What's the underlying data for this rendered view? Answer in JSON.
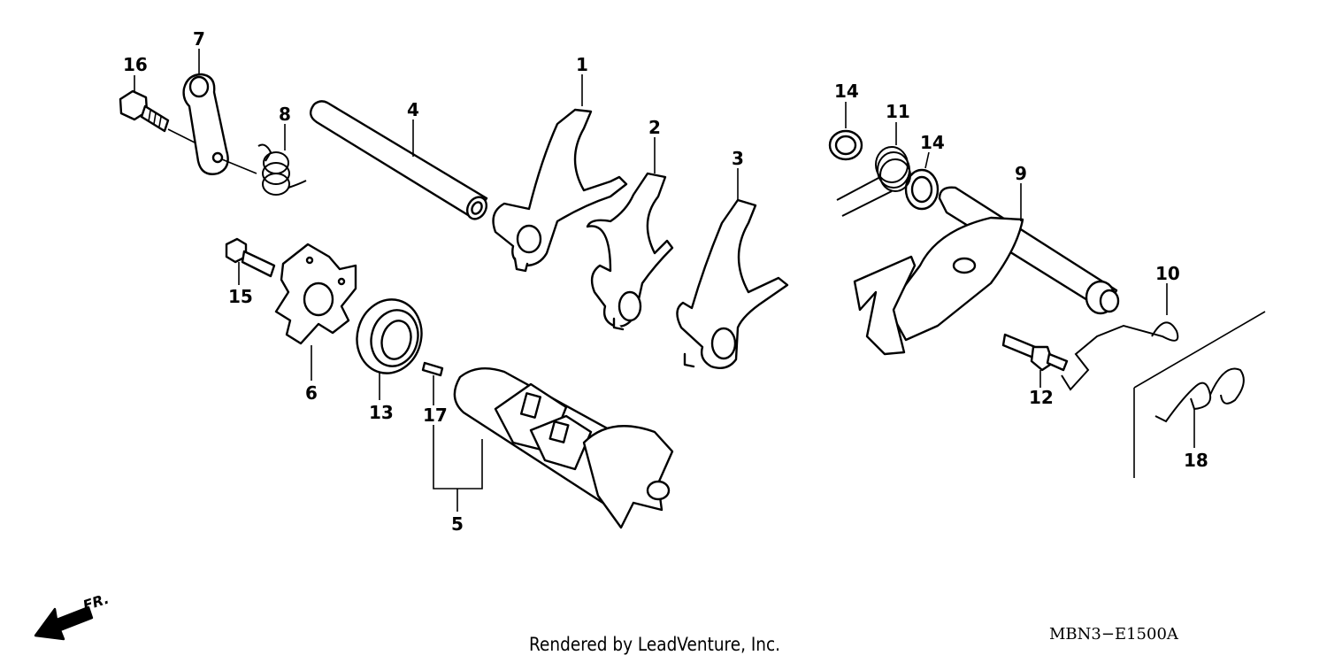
{
  "callouts": {
    "c1": "1",
    "c2": "2",
    "c3": "3",
    "c4": "4",
    "c5": "5",
    "c6": "6",
    "c7": "7",
    "c8": "8",
    "c9": "9",
    "c10": "10",
    "c11": "11",
    "c12": "12",
    "c13": "13",
    "c14a": "14",
    "c14b": "14",
    "c15": "15",
    "c16": "16",
    "c17": "17",
    "c18": "18"
  },
  "direction_label": "FR.",
  "footer": "Rendered by LeadVenture, Inc.",
  "diagram_code": "MBN3−E1500A"
}
